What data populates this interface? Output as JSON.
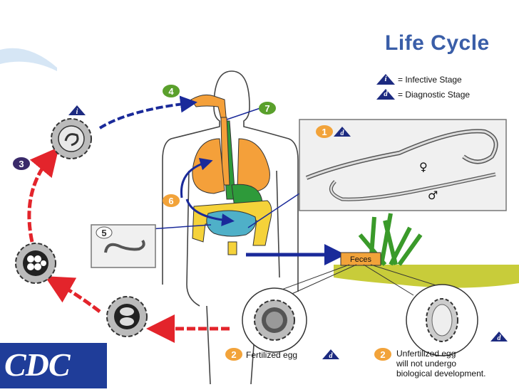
{
  "title": "Life Cycle",
  "legend": {
    "infective": {
      "symbol": "i",
      "text": "= Infective Stage"
    },
    "diagnostic": {
      "symbol": "d",
      "text": "= Diagnostic Stage"
    }
  },
  "steps": [
    "1",
    "2",
    "3",
    "4",
    "5",
    "6",
    "7"
  ],
  "labels": {
    "feces": "Feces",
    "fertilized": "Fertilized egg",
    "unfertilized_line1": "Unfertilized egg",
    "unfertilized_line2": "will not undergo",
    "unfertilized_line3": "biological development.",
    "female": "♀",
    "male": "♂",
    "logo": "CDC"
  },
  "colors": {
    "title": "#3a5ea8",
    "badge": "#1c2a80",
    "arrow_red": "#e3242b",
    "arrow_blue": "#1a2a9a",
    "step_green": "#5aa02c",
    "step_orange": "#f2a33a",
    "step_purple": "#3a2a6a",
    "lungs": "#f4a03a",
    "intestine": "#f5d23a",
    "stomach": "#2e9a3a",
    "small_intestine": "#4fb0c8",
    "soil": "#c8cc3a",
    "cdc_blue": "#1f3d99"
  }
}
